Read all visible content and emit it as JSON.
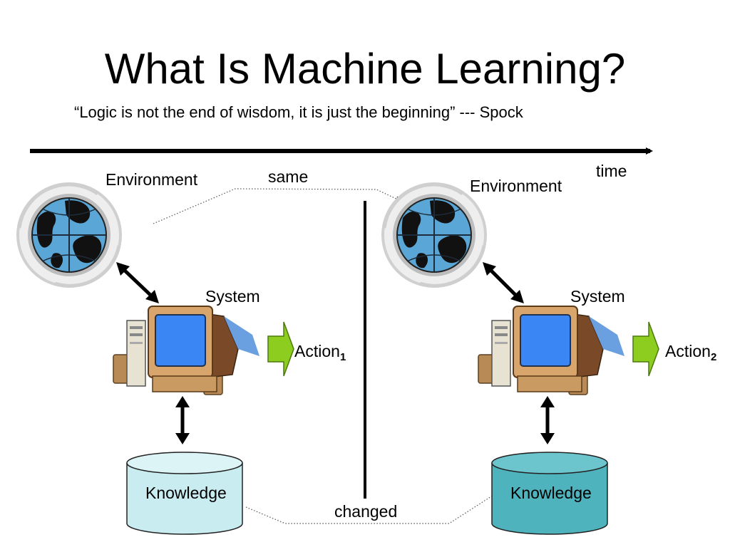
{
  "slide": {
    "title": "What Is Machine Learning?",
    "quote": "“Logic is not the end of wisdom, it is just the beginning” --- Spock"
  },
  "timeline": {
    "label": "time"
  },
  "left": {
    "environment": "Environment",
    "system": "System",
    "action": "Action",
    "action_sub": "1",
    "knowledge": "Knowledge"
  },
  "right": {
    "environment": "Environment",
    "system": "System",
    "action": "Action",
    "action_sub": "2",
    "knowledge": "Knowledge"
  },
  "links": {
    "same": "same",
    "changed": "changed"
  },
  "colors": {
    "globe_blue": "#5aa6d6",
    "action_green": "#8ccd1f",
    "knowledge_left": "#c9ecf0",
    "knowledge_right": "#4fb3bd",
    "monitor_bezel": "#d8a66c",
    "screen_blue": "#3b86f5"
  }
}
